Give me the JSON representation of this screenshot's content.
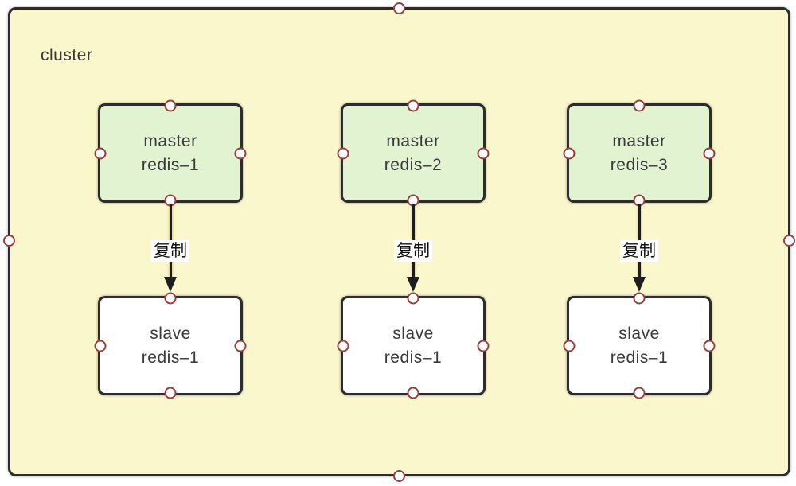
{
  "diagram": {
    "container": {
      "label": "cluster"
    },
    "columns": [
      {
        "master_label": "master\nredis–1",
        "edge_label": "复制",
        "slave_label": "slave\nredis–1"
      },
      {
        "master_label": "master\nredis–2",
        "edge_label": "复制",
        "slave_label": "slave\nredis–1"
      },
      {
        "master_label": "master\nredis–3",
        "edge_label": "复制",
        "slave_label": "slave\nredis–1"
      }
    ],
    "colors": {
      "canvas_bg": "#ffffff",
      "container_fill": "#fbf7cd",
      "master_fill": "#e1f3d1",
      "slave_fill": "#ffffff",
      "node_border": "#2c2c2c",
      "edge_color": "#1e1e1e",
      "edge_label_bg": "#ffffff",
      "anchor_fill": "#ffffff",
      "anchor_ring": "#993d3d",
      "text_color": "#3a3a3a"
    }
  }
}
